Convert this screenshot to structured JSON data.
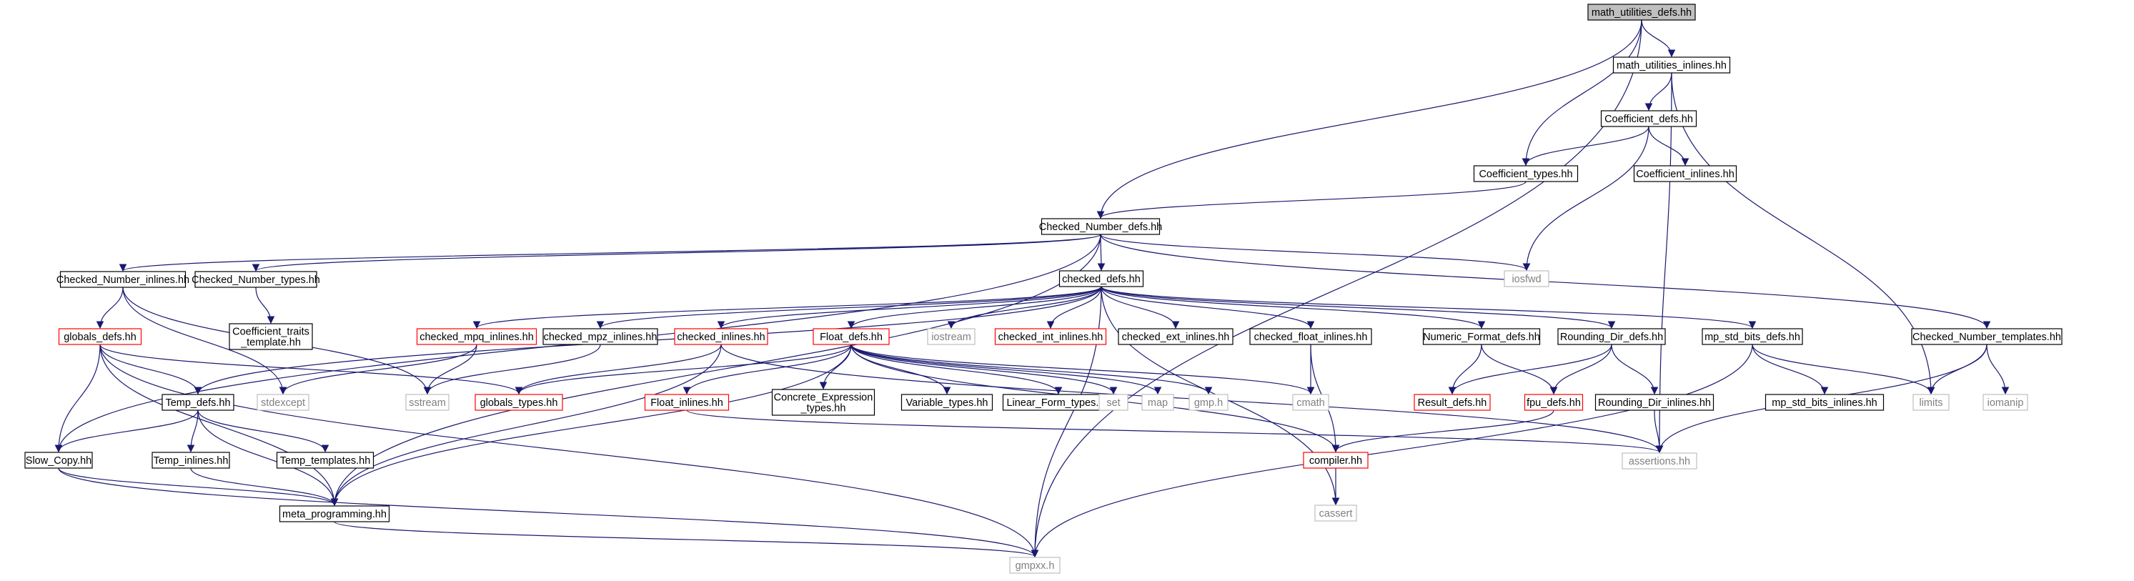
{
  "colors": {
    "edge": "#191970",
    "node_border_normal": "#000000",
    "node_border_truncated": "#ff0000",
    "node_border_external": "#bfbfbf",
    "root_fill": "#bfbfbf",
    "text_normal": "#000000",
    "text_external": "#808080"
  },
  "nodes": [
    {
      "id": "n_root",
      "label": "math_utilities_defs.hh",
      "style": "root"
    },
    {
      "id": "n_mui",
      "label": "math_utilities_inlines.hh",
      "style": "normal"
    },
    {
      "id": "n_coefdefs",
      "label": "Coefficient_defs.hh",
      "style": "normal"
    },
    {
      "id": "n_coeftypes",
      "label": "Coefficient_types.hh",
      "style": "normal"
    },
    {
      "id": "n_coefinl",
      "label": "Coefficient_inlines.hh",
      "style": "normal"
    },
    {
      "id": "n_cndefs",
      "label": "Checked_Number_defs.hh",
      "style": "normal"
    },
    {
      "id": "n_iosfwd",
      "label": "iosfwd",
      "style": "external"
    },
    {
      "id": "n_cninl",
      "label": "Checked_Number_inlines.hh",
      "style": "normal"
    },
    {
      "id": "n_cntypes",
      "label": "Checked_Number_types.hh",
      "style": "normal"
    },
    {
      "id": "n_checkeddefs",
      "label": "checked_defs.hh",
      "style": "normal"
    },
    {
      "id": "n_cntempl",
      "label": "Checked_Number_templates.hh",
      "style": "normal"
    },
    {
      "id": "n_coeftraits",
      "label": "Coefficient_traits\n_template.hh",
      "style": "normal"
    },
    {
      "id": "n_globalsdefs",
      "label": "globals_defs.hh",
      "style": "truncated"
    },
    {
      "id": "n_cmpqinl",
      "label": "checked_mpq_inlines.hh",
      "style": "truncated"
    },
    {
      "id": "n_cmpzinl",
      "label": "checked_mpz_inlines.hh",
      "style": "normal"
    },
    {
      "id": "n_checkedinl",
      "label": "checked_inlines.hh",
      "style": "truncated"
    },
    {
      "id": "n_floatdefs",
      "label": "Float_defs.hh",
      "style": "truncated"
    },
    {
      "id": "n_iostream",
      "label": "iostream",
      "style": "external"
    },
    {
      "id": "n_cintinl",
      "label": "checked_int_inlines.hh",
      "style": "truncated"
    },
    {
      "id": "n_cextinl",
      "label": "checked_ext_inlines.hh",
      "style": "normal"
    },
    {
      "id": "n_cfloatinl",
      "label": "checked_float_inlines.hh",
      "style": "normal"
    },
    {
      "id": "n_numfmt",
      "label": "Numeric_Format_defs.hh",
      "style": "normal"
    },
    {
      "id": "n_rounddefs",
      "label": "Rounding_Dir_defs.hh",
      "style": "normal"
    },
    {
      "id": "n_mpstd",
      "label": "mp_std_bits_defs.hh",
      "style": "normal"
    },
    {
      "id": "n_tempdefs",
      "label": "Temp_defs.hh",
      "style": "normal"
    },
    {
      "id": "n_stdexcept",
      "label": "stdexcept",
      "style": "external"
    },
    {
      "id": "n_sstream",
      "label": "sstream",
      "style": "external"
    },
    {
      "id": "n_globalstypes",
      "label": "globals_types.hh",
      "style": "truncated"
    },
    {
      "id": "n_floatinl",
      "label": "Float_inlines.hh",
      "style": "truncated"
    },
    {
      "id": "n_concrete",
      "label": "Concrete_Expression\n_types.hh",
      "style": "normal"
    },
    {
      "id": "n_vartypes",
      "label": "Variable_types.hh",
      "style": "normal"
    },
    {
      "id": "n_linform",
      "label": "Linear_Form_types.hh",
      "style": "normal"
    },
    {
      "id": "n_set",
      "label": "set",
      "style": "external"
    },
    {
      "id": "n_map",
      "label": "map",
      "style": "external"
    },
    {
      "id": "n_gmph",
      "label": "gmp.h",
      "style": "external"
    },
    {
      "id": "n_cmath",
      "label": "cmath",
      "style": "external"
    },
    {
      "id": "n_resultdefs",
      "label": "Result_defs.hh",
      "style": "truncated"
    },
    {
      "id": "n_fpudefs",
      "label": "fpu_defs.hh",
      "style": "truncated"
    },
    {
      "id": "n_roundinl",
      "label": "Rounding_Dir_inlines.hh",
      "style": "normal"
    },
    {
      "id": "n_mpstdinl",
      "label": "mp_std_bits_inlines.hh",
      "style": "normal"
    },
    {
      "id": "n_limits",
      "label": "limits",
      "style": "external"
    },
    {
      "id": "n_iomanip",
      "label": "iomanip",
      "style": "external"
    },
    {
      "id": "n_slowcopy",
      "label": "Slow_Copy.hh",
      "style": "normal"
    },
    {
      "id": "n_tempinl",
      "label": "Temp_inlines.hh",
      "style": "normal"
    },
    {
      "id": "n_temptempl",
      "label": "Temp_templates.hh",
      "style": "normal"
    },
    {
      "id": "n_assertions",
      "label": "assertions.hh",
      "style": "external"
    },
    {
      "id": "n_compiler",
      "label": "compiler.hh",
      "style": "truncated"
    },
    {
      "id": "n_cassert",
      "label": "cassert",
      "style": "external"
    },
    {
      "id": "n_metaprog",
      "label": "meta_programming.hh",
      "style": "normal"
    },
    {
      "id": "n_gmpxx",
      "label": "gmpxx.h",
      "style": "external"
    }
  ],
  "edges": [
    [
      "n_root",
      "n_mui"
    ],
    [
      "n_root",
      "n_coeftypes"
    ],
    [
      "n_root",
      "n_cndefs"
    ],
    [
      "n_root",
      "n_gmpxx"
    ],
    [
      "n_mui",
      "n_coefdefs"
    ],
    [
      "n_mui",
      "n_limits"
    ],
    [
      "n_mui",
      "n_assertions"
    ],
    [
      "n_coefdefs",
      "n_coeftypes"
    ],
    [
      "n_coefdefs",
      "n_coefinl"
    ],
    [
      "n_coefdefs",
      "n_iosfwd"
    ],
    [
      "n_coeftypes",
      "n_cndefs"
    ],
    [
      "n_cndefs",
      "n_cninl"
    ],
    [
      "n_cndefs",
      "n_cntypes"
    ],
    [
      "n_cndefs",
      "n_checkeddefs"
    ],
    [
      "n_cndefs",
      "n_iosfwd"
    ],
    [
      "n_cndefs",
      "n_cntempl"
    ],
    [
      "n_cndefs",
      "n_slowcopy"
    ],
    [
      "n_cndefs",
      "n_metaprog"
    ],
    [
      "n_cninl",
      "n_globalsdefs"
    ],
    [
      "n_cninl",
      "n_stdexcept"
    ],
    [
      "n_cninl",
      "n_sstream"
    ],
    [
      "n_cntypes",
      "n_coeftraits"
    ],
    [
      "n_globalsdefs",
      "n_tempdefs"
    ],
    [
      "n_globalsdefs",
      "n_slowcopy"
    ],
    [
      "n_globalsdefs",
      "n_metaprog"
    ],
    [
      "n_globalsdefs",
      "n_globalstypes"
    ],
    [
      "n_globalsdefs",
      "n_gmpxx"
    ],
    [
      "n_checkeddefs",
      "n_tempdefs"
    ],
    [
      "n_checkeddefs",
      "n_cmpqinl"
    ],
    [
      "n_checkeddefs",
      "n_cmpzinl"
    ],
    [
      "n_checkeddefs",
      "n_checkedinl"
    ],
    [
      "n_checkeddefs",
      "n_floatdefs"
    ],
    [
      "n_checkeddefs",
      "n_iostream"
    ],
    [
      "n_checkeddefs",
      "n_cintinl"
    ],
    [
      "n_checkeddefs",
      "n_cextinl"
    ],
    [
      "n_checkeddefs",
      "n_cfloatinl"
    ],
    [
      "n_checkeddefs",
      "n_numfmt"
    ],
    [
      "n_checkeddefs",
      "n_rounddefs"
    ],
    [
      "n_checkeddefs",
      "n_mpstd"
    ],
    [
      "n_checkeddefs",
      "n_cassert"
    ],
    [
      "n_checkeddefs",
      "n_gmpxx"
    ],
    [
      "n_cmpqinl",
      "n_stdexcept"
    ],
    [
      "n_cmpqinl",
      "n_sstream"
    ],
    [
      "n_cmpzinl",
      "n_sstream"
    ],
    [
      "n_checkedinl",
      "n_globalstypes"
    ],
    [
      "n_checkedinl",
      "n_assertions"
    ],
    [
      "n_checkedinl",
      "n_metaprog"
    ],
    [
      "n_floatdefs",
      "n_globalstypes"
    ],
    [
      "n_floatdefs",
      "n_floatinl"
    ],
    [
      "n_floatdefs",
      "n_concrete"
    ],
    [
      "n_floatdefs",
      "n_vartypes"
    ],
    [
      "n_floatdefs",
      "n_linform"
    ],
    [
      "n_floatdefs",
      "n_set"
    ],
    [
      "n_floatdefs",
      "n_map"
    ],
    [
      "n_floatdefs",
      "n_gmph"
    ],
    [
      "n_floatdefs",
      "n_cmath"
    ],
    [
      "n_floatdefs",
      "n_compiler"
    ],
    [
      "n_floatdefs",
      "n_metaprog"
    ],
    [
      "n_floatinl",
      "n_assertions"
    ],
    [
      "n_cfloatinl",
      "n_cmath"
    ],
    [
      "n_cfloatinl",
      "n_compiler"
    ],
    [
      "n_numfmt",
      "n_resultdefs"
    ],
    [
      "n_numfmt",
      "n_fpudefs"
    ],
    [
      "n_rounddefs",
      "n_resultdefs"
    ],
    [
      "n_rounddefs",
      "n_fpudefs"
    ],
    [
      "n_rounddefs",
      "n_roundinl"
    ],
    [
      "n_fpudefs",
      "n_compiler"
    ],
    [
      "n_roundinl",
      "n_assertions"
    ],
    [
      "n_mpstd",
      "n_mpstdinl"
    ],
    [
      "n_mpstd",
      "n_limits"
    ],
    [
      "n_mpstd",
      "n_gmpxx"
    ],
    [
      "n_cntempl",
      "n_limits"
    ],
    [
      "n_cntempl",
      "n_iomanip"
    ],
    [
      "n_cntempl",
      "n_assertions"
    ],
    [
      "n_tempdefs",
      "n_slowcopy"
    ],
    [
      "n_tempdefs",
      "n_tempinl"
    ],
    [
      "n_tempdefs",
      "n_temptempl"
    ],
    [
      "n_tempdefs",
      "n_metaprog"
    ],
    [
      "n_slowcopy",
      "n_metaprog"
    ],
    [
      "n_slowcopy",
      "n_gmpxx"
    ],
    [
      "n_tempinl",
      "n_metaprog"
    ],
    [
      "n_compiler",
      "n_cassert"
    ],
    [
      "n_metaprog",
      "n_gmpxx"
    ]
  ]
}
